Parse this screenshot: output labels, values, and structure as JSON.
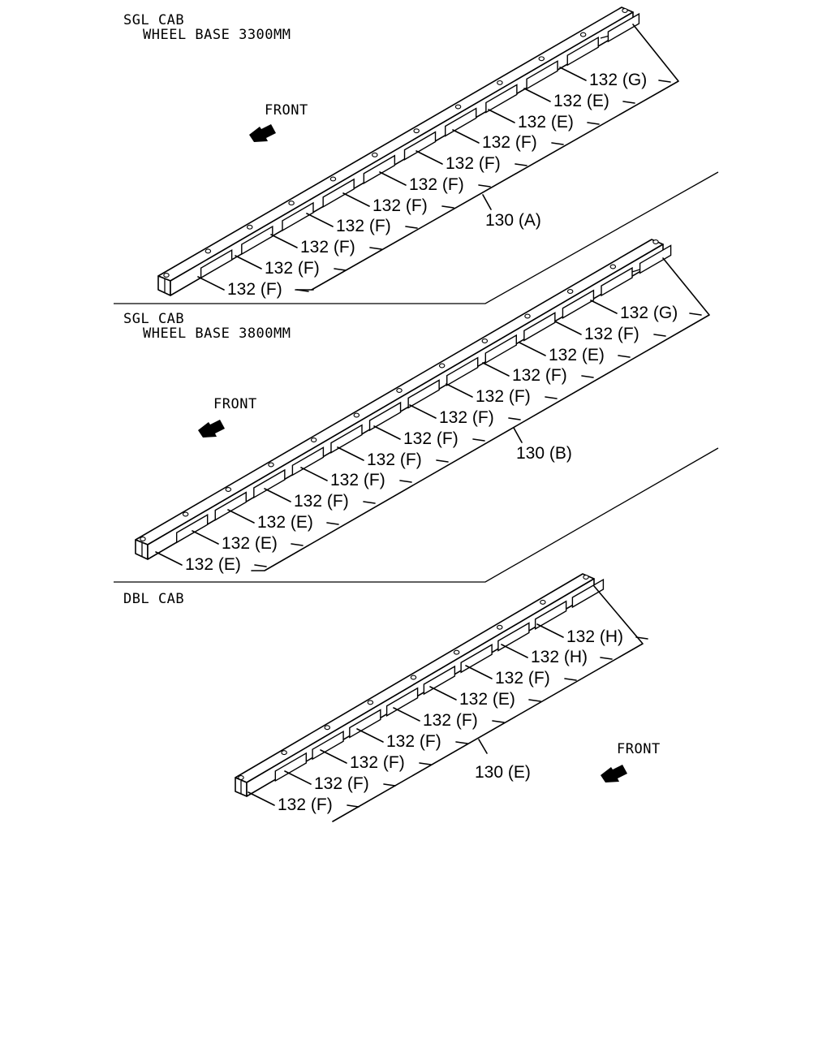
{
  "sections": [
    {
      "title_line1": "SGL CAB",
      "title_line2": "WHEEL BASE 3300MM",
      "front_label": "FRONT",
      "assembly_label": "130 (A)",
      "part_labels": [
        "132 (F)",
        "132 (F)",
        "132 (F)",
        "132 (F)",
        "132 (F)",
        "132 (F)",
        "132 (F)",
        "132 (F)",
        "132 (E)",
        "132 (E)",
        "132 (G)"
      ]
    },
    {
      "title_line1": "SGL CAB",
      "title_line2": "WHEEL BASE 3800MM",
      "front_label": "FRONT",
      "assembly_label": "130 (B)",
      "part_labels": [
        "132 (E)",
        "132 (E)",
        "132 (E)",
        "132 (F)",
        "132 (F)",
        "132 (F)",
        "132 (F)",
        "132 (F)",
        "132 (F)",
        "132 (F)",
        "132 (E)",
        "132 (F)",
        "132 (G)"
      ]
    },
    {
      "title_line1": "DBL CAB",
      "title_line2": "",
      "front_label": "FRONT",
      "assembly_label": "130 (E)",
      "part_labels": [
        "132 (F)",
        "132 (F)",
        "132 (F)",
        "132 (F)",
        "132 (F)",
        "132 (E)",
        "132 (F)",
        "132 (H)",
        "132 (H)"
      ]
    }
  ]
}
